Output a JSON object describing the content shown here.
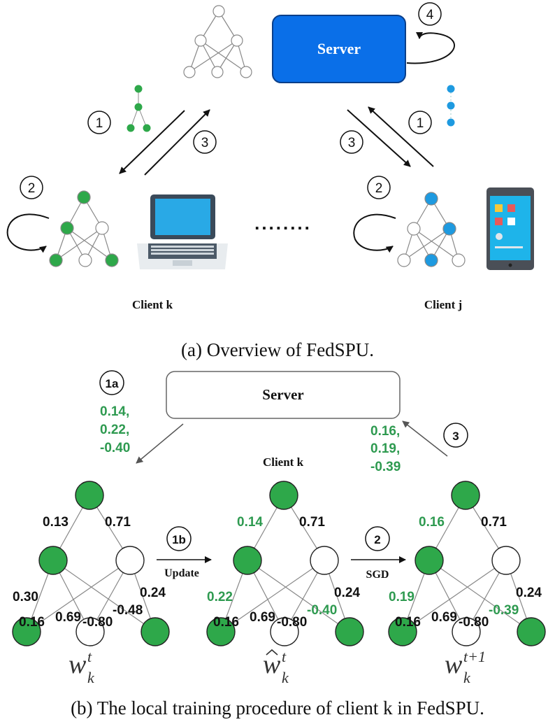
{
  "top": {
    "server_label": "Server",
    "steps": {
      "s1": "1",
      "s2": "2",
      "s3": "3",
      "s4": "4"
    },
    "client_k_label": "Client k",
    "client_j_label": "Client j",
    "ellipsis": "........",
    "caption": "(a) Overview of FedSPU."
  },
  "bottom": {
    "server_label": "Server",
    "client_label": "Client k",
    "step_1a": "1a",
    "step_1b": "1b",
    "step_2": "2",
    "step_3": "3",
    "down_weights": [
      "0.14,",
      "0.22,",
      "-0.40"
    ],
    "up_weights": [
      "0.16,",
      "0.19,",
      "-0.39"
    ],
    "update_label": "Update",
    "sgd_label": "SGD",
    "nets": [
      {
        "top_left": "0.13",
        "top_right": "0.71",
        "w_a": "0.30",
        "w_b": "0.16",
        "w_c": "0.69",
        "w_d": "-0.80",
        "w_e": "-0.48",
        "w_f": "0.24",
        "symbol": "w",
        "sup": "t",
        "sub": "k",
        "hat": false
      },
      {
        "top_left": "0.14",
        "top_right": "0.71",
        "w_a": "0.22",
        "w_b": "0.16",
        "w_c": "0.69",
        "w_d": "-0.80",
        "w_e": "-0.40",
        "w_f": "0.24",
        "symbol": "w",
        "sup": "t",
        "sub": "k",
        "hat": true
      },
      {
        "top_left": "0.16",
        "top_right": "0.71",
        "w_a": "0.19",
        "w_b": "0.16",
        "w_c": "0.69",
        "w_d": "-0.80",
        "w_e": "-0.39",
        "w_f": "0.24",
        "symbol": "w",
        "sup": "t+1",
        "sub": "k",
        "hat": false
      }
    ],
    "caption": "(b) The local training procedure of client k in FedSPU."
  },
  "colors": {
    "green": "#2ea84a",
    "blue": "#1e9ae0",
    "server_blue": "#0a6fe8",
    "weight_green": "#2e9a50"
  }
}
